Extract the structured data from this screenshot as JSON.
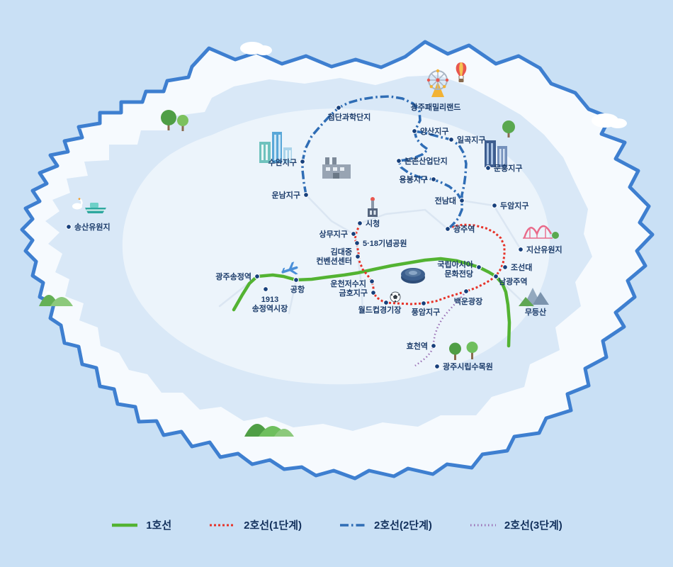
{
  "map": {
    "background_color": "#c9e0f5",
    "island_border_color": "#3e7fd0",
    "island_fill": "#f6fafe",
    "mid_region_fill": "#d9e8f7",
    "center_region_fill": "#ecf4fb",
    "station_dot_color": "#17407c",
    "label_color": "#1d3d6b",
    "lines": [
      {
        "id": "line1",
        "color": "#53b332",
        "width": 4.5,
        "dash": "",
        "points": [
          [
            330,
            437
          ],
          [
            342,
            416
          ],
          [
            352,
            400
          ],
          [
            363,
            390
          ],
          [
            385,
            388
          ],
          [
            400,
            390
          ],
          [
            418,
            395
          ],
          [
            440,
            394
          ],
          [
            462,
            391
          ],
          [
            486,
            388
          ],
          [
            505,
            385
          ],
          [
            528,
            380
          ],
          [
            552,
            375
          ],
          [
            576,
            371
          ],
          [
            600,
            367
          ],
          [
            622,
            365
          ],
          [
            645,
            368
          ],
          [
            663,
            373
          ],
          [
            676,
            377
          ],
          [
            690,
            384
          ],
          [
            700,
            390
          ],
          [
            709,
            400
          ],
          [
            714,
            412
          ],
          [
            717,
            430
          ],
          [
            719,
            455
          ],
          [
            718,
            488
          ]
        ]
      },
      {
        "id": "line2-phase1",
        "color": "#e63329",
        "width": 3,
        "dash": "3 3",
        "points": [
          [
            508,
            316
          ],
          [
            503,
            328
          ],
          [
            501,
            337
          ],
          [
            504,
            346
          ],
          [
            506,
            357
          ],
          [
            507,
            368
          ],
          [
            512,
            380
          ],
          [
            520,
            390
          ],
          [
            525,
            397
          ],
          [
            527,
            406
          ],
          [
            527,
            413
          ],
          [
            532,
            420
          ],
          [
            540,
            425
          ],
          [
            545,
            427
          ],
          [
            560,
            428
          ],
          [
            580,
            429
          ],
          [
            598,
            428
          ],
          [
            615,
            425
          ],
          [
            632,
            419
          ],
          [
            645,
            415
          ],
          [
            658,
            411
          ],
          [
            672,
            406
          ],
          [
            686,
            399
          ],
          [
            697,
            392
          ],
          [
            705,
            383
          ],
          [
            710,
            372
          ],
          [
            712,
            360
          ],
          [
            712,
            347
          ],
          [
            707,
            336
          ],
          [
            698,
            328
          ],
          [
            686,
            322
          ],
          [
            670,
            318
          ],
          [
            654,
            317
          ],
          [
            641,
            319
          ],
          [
            633,
            323
          ]
        ]
      },
      {
        "id": "line2-phase2",
        "color": "#2f6db5",
        "width": 3.5,
        "dash": "12 4 2.5 4",
        "points": [
          [
            432,
            275
          ],
          [
            429,
            258
          ],
          [
            427,
            240
          ],
          [
            427,
            228
          ],
          [
            431,
            210
          ],
          [
            440,
            192
          ],
          [
            453,
            177
          ],
          [
            466,
            163
          ],
          [
            478,
            152
          ],
          [
            492,
            145
          ],
          [
            510,
            140
          ],
          [
            530,
            137
          ],
          [
            550,
            136
          ],
          [
            568,
            139
          ],
          [
            583,
            146
          ],
          [
            592,
            157
          ],
          [
            593,
            170
          ],
          [
            588,
            180
          ],
          [
            585,
            185
          ],
          [
            588,
            196
          ],
          [
            596,
            205
          ],
          [
            604,
            211
          ],
          [
            596,
            218
          ],
          [
            584,
            223
          ],
          [
            570,
            226
          ],
          [
            563,
            227
          ],
          [
            566,
            236
          ],
          [
            577,
            244
          ],
          [
            592,
            250
          ],
          [
            606,
            252
          ],
          [
            620,
            256
          ],
          [
            634,
            263
          ],
          [
            645,
            272
          ],
          [
            652,
            283
          ],
          [
            652,
            296
          ],
          [
            647,
            308
          ],
          [
            639,
            317
          ],
          [
            633,
            323
          ]
        ]
      },
      {
        "id": "line2-phase2-spur",
        "color": "#2f6db5",
        "width": 3.5,
        "dash": "12 4 2.5 4",
        "points": [
          [
            585,
            185
          ],
          [
            602,
            188
          ],
          [
            620,
            193
          ],
          [
            637,
            197
          ],
          [
            648,
            205
          ],
          [
            655,
            217
          ],
          [
            658,
            231
          ],
          [
            657,
            247
          ],
          [
            655,
            262
          ],
          [
            652,
            275
          ],
          [
            652,
            283
          ]
        ]
      },
      {
        "id": "line2-phase3",
        "color": "#9a6fb5",
        "width": 2.5,
        "dash": "1.5 3.5",
        "points": [
          [
            658,
            411
          ],
          [
            650,
            421
          ],
          [
            641,
            430
          ],
          [
            632,
            440
          ],
          [
            624,
            450
          ],
          [
            618,
            461
          ],
          [
            614,
            472
          ],
          [
            612,
            483
          ],
          [
            612,
            488
          ],
          [
            608,
            497
          ],
          [
            601,
            505
          ],
          [
            593,
            511
          ],
          [
            586,
            516
          ]
        ]
      }
    ],
    "stations": [
      {
        "id": "gwangju-family-land",
        "lines": [
          "광주패밀리랜드"
        ],
        "dot": null,
        "label": [
          615,
          155
        ],
        "anchor": "middle"
      },
      {
        "id": "cheomdan-science-complex",
        "lines": [
          "첨단과학단지"
        ],
        "dot": [
          478,
          152
        ],
        "label": [
          493,
          169
        ],
        "anchor": "middle"
      },
      {
        "id": "yangsan-district",
        "lines": [
          "양산지구"
        ],
        "dot": [
          585,
          185
        ],
        "label": [
          593,
          189
        ],
        "anchor": "start"
      },
      {
        "id": "ilgok-district",
        "lines": [
          "일곡지구"
        ],
        "dot": [
          637,
          197
        ],
        "label": [
          645,
          201
        ],
        "anchor": "start"
      },
      {
        "id": "suwan-district",
        "lines": [
          "수완지구"
        ],
        "dot": [
          427,
          228
        ],
        "label": [
          419,
          233
        ],
        "anchor": "end"
      },
      {
        "id": "bonchon-industrial-complex",
        "lines": [
          "본촌산업단지"
        ],
        "dot": [
          563,
          227
        ],
        "label": [
          571,
          231
        ],
        "anchor": "start"
      },
      {
        "id": "munheung-district",
        "lines": [
          "문흥지구"
        ],
        "dot": [
          689,
          237
        ],
        "label": [
          697,
          241
        ],
        "anchor": "start"
      },
      {
        "id": "yongbong-district",
        "lines": [
          "용봉지구"
        ],
        "dot": [
          612,
          253
        ],
        "label": [
          604,
          257
        ],
        "anchor": "end"
      },
      {
        "id": "unnam-district",
        "lines": [
          "운남지구"
        ],
        "dot": [
          432,
          275
        ],
        "label": [
          424,
          279
        ],
        "anchor": "end"
      },
      {
        "id": "jeonnam-university",
        "lines": [
          "전남대"
        ],
        "dot": [
          652,
          283
        ],
        "label": [
          644,
          287
        ],
        "anchor": "end"
      },
      {
        "id": "duam-district",
        "lines": [
          "두암지구"
        ],
        "dot": [
          698,
          290
        ],
        "label": [
          706,
          294
        ],
        "anchor": "start"
      },
      {
        "id": "songsan-resort",
        "lines": [
          "송산유원지"
        ],
        "dot": [
          97,
          320
        ],
        "label": [
          105,
          324
        ],
        "anchor": "start"
      },
      {
        "id": "city-hall",
        "lines": [
          "시청"
        ],
        "dot": [
          508,
          315
        ],
        "label": [
          516,
          319
        ],
        "anchor": "start"
      },
      {
        "id": "gwangju-station",
        "lines": [
          "광주역"
        ],
        "dot": [
          632,
          323
        ],
        "label": [
          640,
          327
        ],
        "anchor": "start"
      },
      {
        "id": "sangmu-district",
        "lines": [
          "상무지구"
        ],
        "dot": [
          499,
          330
        ],
        "label": [
          491,
          334
        ],
        "anchor": "end"
      },
      {
        "id": "may18-memorial-park",
        "lines": [
          "5·18기념공원"
        ],
        "dot": [
          504,
          343
        ],
        "label": [
          512,
          347
        ],
        "anchor": "start"
      },
      {
        "id": "jisan-resort",
        "lines": [
          "지산유원지"
        ],
        "dot": [
          735,
          352
        ],
        "label": [
          743,
          356
        ],
        "anchor": "start"
      },
      {
        "id": "kimdaejung-convention-center",
        "lines": [
          "김대중",
          "컨벤션센터"
        ],
        "dot": [
          505,
          362
        ],
        "label": [
          497,
          359
        ],
        "anchor": "end"
      },
      {
        "id": "chosun-university",
        "lines": [
          "조선대"
        ],
        "dot": [
          713,
          377
        ],
        "label": [
          721,
          381
        ],
        "anchor": "start"
      },
      {
        "id": "asia-culture-center",
        "lines": [
          "국립아시아",
          "문화전당"
        ],
        "dot": [
          676,
          377
        ],
        "label": [
          668,
          377
        ],
        "anchor": "end"
      },
      {
        "id": "gwangju-songjeong-station",
        "lines": [
          "광주송정역"
        ],
        "dot": [
          363,
          390
        ],
        "label": [
          355,
          394
        ],
        "anchor": "end"
      },
      {
        "id": "namgwangju-station",
        "lines": [
          "남광주역"
        ],
        "dot": [
          700,
          390
        ],
        "label": [
          704,
          401
        ],
        "anchor": "start"
      },
      {
        "id": "airport",
        "lines": [
          "공항"
        ],
        "dot": [
          418,
          395
        ],
        "label": [
          420,
          412
        ],
        "anchor": "middle"
      },
      {
        "id": "uncheon-reservoir",
        "lines": [
          "운천저수지"
        ],
        "dot": [
          525,
          397
        ],
        "label": [
          517,
          404
        ],
        "anchor": "end"
      },
      {
        "id": "geumho-district",
        "lines": [
          "금호지구"
        ],
        "dot": [
          527,
          413
        ],
        "label": [
          519,
          417
        ],
        "anchor": "end"
      },
      {
        "id": "songjeong-1913-market",
        "lines": [
          "1913",
          "송정역시장"
        ],
        "dot": [
          375,
          408
        ],
        "label": [
          381,
          426
        ],
        "anchor": "middle"
      },
      {
        "id": "worldcup-stadium",
        "lines": [
          "월드컵경기장"
        ],
        "dot": [
          545,
          427
        ],
        "label": [
          536,
          441
        ],
        "anchor": "middle"
      },
      {
        "id": "pungam-district",
        "lines": [
          "풍암지구"
        ],
        "dot": [
          598,
          428
        ],
        "label": [
          601,
          444
        ],
        "anchor": "middle"
      },
      {
        "id": "baegun-plaza",
        "lines": [
          "백운광장"
        ],
        "dot": [
          658,
          411
        ],
        "label": [
          661,
          429
        ],
        "anchor": "middle"
      },
      {
        "id": "mudeungsan",
        "lines": [
          "무등산"
        ],
        "dot": null,
        "label": [
          756,
          444
        ],
        "anchor": "middle"
      },
      {
        "id": "hyocheon-station",
        "lines": [
          "효천역"
        ],
        "dot": [
          612,
          488
        ],
        "label": [
          604,
          492
        ],
        "anchor": "end"
      },
      {
        "id": "gwangju-arboretum",
        "lines": [
          "광주시립수목원"
        ],
        "dot": [
          617,
          517
        ],
        "label": [
          625,
          521
        ],
        "anchor": "start"
      }
    ],
    "icons": [
      {
        "id": "ferris-wheel-icon",
        "shape": "wheel-with-spokes"
      },
      {
        "id": "hot-air-balloon-icon",
        "shape": "balloon"
      },
      {
        "id": "buildings-icon-suwan",
        "shape": "city-buildings"
      },
      {
        "id": "buildings-icon-munheung",
        "shape": "city-buildings"
      },
      {
        "id": "factory-icon",
        "shape": "industrial-building"
      },
      {
        "id": "city-hall-icon",
        "shape": "tower-building"
      },
      {
        "id": "stadium-icon",
        "shape": "arena-dome"
      },
      {
        "id": "soccer-ball-icon",
        "shape": "ball"
      },
      {
        "id": "roller-coaster-icon",
        "shape": "coaster-arcs"
      },
      {
        "id": "mountain-icon-mudeungsan",
        "shape": "mountain-peaks"
      },
      {
        "id": "lake-boat-icon",
        "shape": "boat-and-swan"
      },
      {
        "id": "airplane-icon",
        "shape": "plane"
      },
      {
        "id": "trees-icon-northwest",
        "shape": "trees"
      },
      {
        "id": "tree-icon-northeast",
        "shape": "tree"
      },
      {
        "id": "trees-icon-arboretum",
        "shape": "trees"
      },
      {
        "id": "hills-icon-west",
        "shape": "green-hills"
      },
      {
        "id": "hills-icon-south",
        "shape": "green-hills"
      },
      {
        "id": "cloud-icon-1",
        "shape": "cloud"
      },
      {
        "id": "cloud-icon-2",
        "shape": "cloud"
      }
    ]
  },
  "legend": {
    "items": [
      {
        "label": "1호선",
        "line": "line1"
      },
      {
        "label": "2호선(1단계)",
        "line": "line2-phase1"
      },
      {
        "label": "2호선(2단계)",
        "line": "line2-phase2"
      },
      {
        "label": "2호선(3단계)",
        "line": "line2-phase3"
      }
    ]
  }
}
